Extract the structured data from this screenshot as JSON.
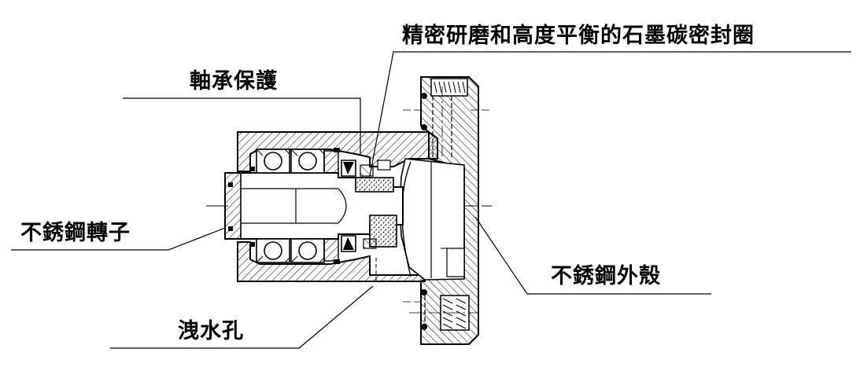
{
  "labels": {
    "graphite_seal": "精密研磨和高度平衡的石墨碳密封圈",
    "bearing": "軸承保護",
    "rotor": "不銹鋼轉子",
    "housing": "不銹鋼外殼",
    "drain_hole": "洩水孔"
  },
  "colors": {
    "line": "#000000",
    "background": "#ffffff"
  }
}
